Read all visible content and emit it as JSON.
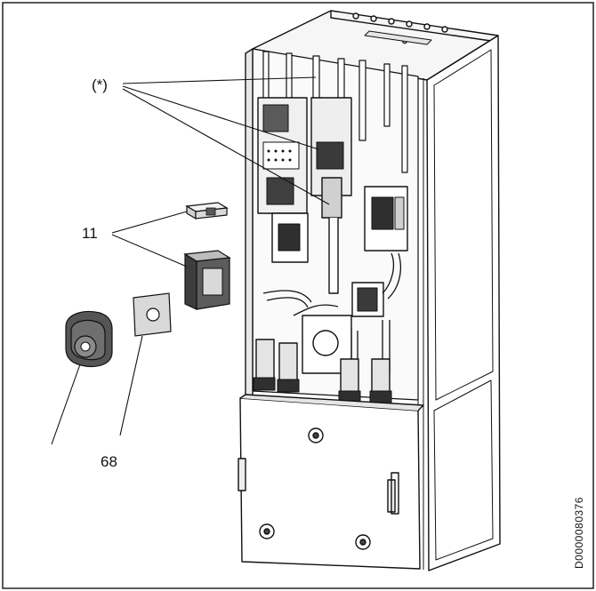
{
  "labels": {
    "asterisk": "(*)",
    "part_11": "11",
    "part_68": "68"
  },
  "drawing_code": "D0000080376",
  "colors": {
    "line": "#111111",
    "panel_grey": "#d9d9d9",
    "dark_grey": "#4a4a4a",
    "light_fill": "#f4f4f4"
  }
}
